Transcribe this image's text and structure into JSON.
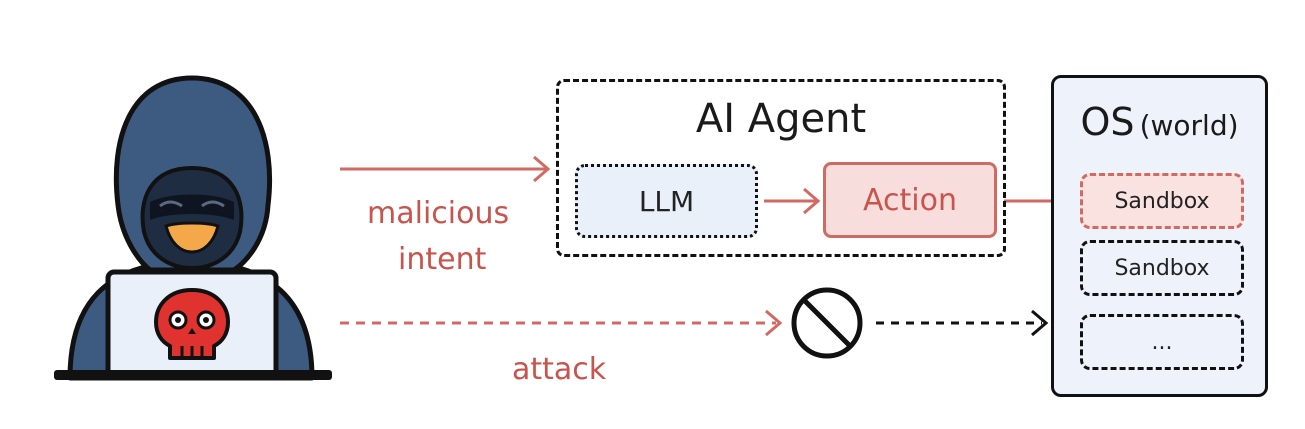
{
  "labels": {
    "malicious_line1": "malicious",
    "malicious_line2": "intent",
    "attack": "attack"
  },
  "agent": {
    "title": "AI Agent",
    "llm": "LLM",
    "action": "Action"
  },
  "os": {
    "title_main": "OS",
    "title_sub": "(world)",
    "sandboxes": [
      "Sandbox",
      "Sandbox",
      "..."
    ]
  },
  "colors": {
    "red": "#d06a63",
    "red_text": "#c9544d",
    "black": "#111111",
    "hood": "#3d5a80",
    "hood_dark": "#2b3f5c",
    "skin": "#f4a84a",
    "laptop": "#eaf0f9",
    "skull": "#e0322f"
  },
  "icons": [
    "hacker-icon",
    "skull-icon",
    "blocked-icon"
  ]
}
